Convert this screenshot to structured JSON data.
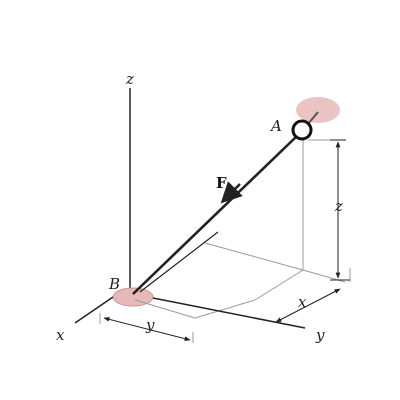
{
  "labels": {
    "point_a": "A",
    "point_b": "B",
    "force": "F",
    "axis_z": "z",
    "axis_x": "x",
    "axis_y": "y",
    "dim_z": "z",
    "dim_x": "x",
    "dim_y": "y"
  },
  "colors": {
    "line": "#222222",
    "guide": "#9a9a9a",
    "support_fill": "#e7b8b8",
    "support_stroke": "#c99a9a"
  }
}
